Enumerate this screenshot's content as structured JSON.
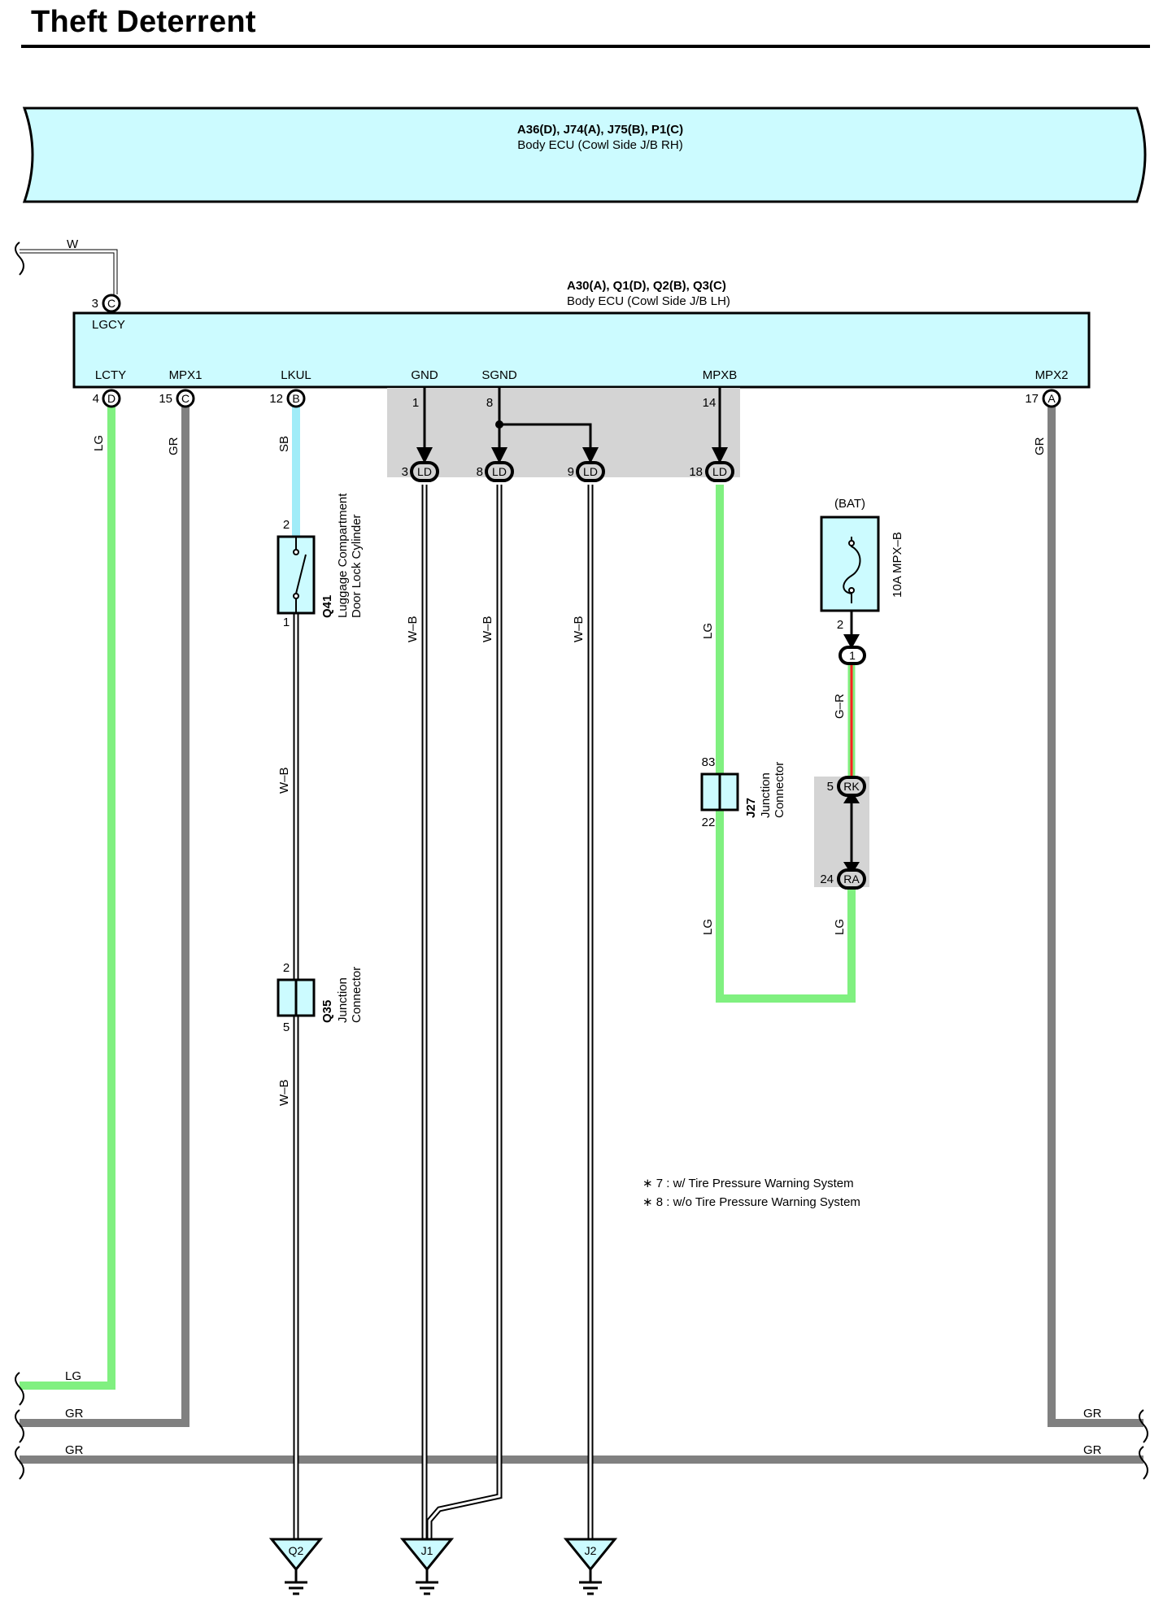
{
  "page": {
    "title": "Theft Deterrent"
  },
  "colors": {
    "ecu_fill": "#ccfbff",
    "wire_lg": "#80f080",
    "wire_gr": "#808080",
    "wire_sb": "#a0ecf8",
    "wire_wb": "#ffffff",
    "wire_red": "#ff2020",
    "shade": "#d4d4d4"
  },
  "ecu_rh": {
    "connectors": "A36(D), J74(A), J75(B), P1(C)",
    "name": "Body ECU (Cowl Side J/B RH)"
  },
  "ecu_lh": {
    "connectors": "A30(A), Q1(D), Q2(B), Q3(C)",
    "name": "Body ECU (Cowl Side J/B LH)"
  },
  "w_wire": {
    "color": "W"
  },
  "top_pin": {
    "num": "3",
    "letter": "C",
    "label": "LGCY"
  },
  "pins": [
    {
      "name": "LCTY",
      "num": "4",
      "letter": "D"
    },
    {
      "name": "MPX1",
      "num": "15",
      "letter": "C"
    },
    {
      "name": "LKUL",
      "num": "12",
      "letter": "B"
    },
    {
      "name": "GND",
      "num": "1"
    },
    {
      "name": "SGND",
      "num": "8"
    },
    {
      "name": "MPXB",
      "num": "14"
    },
    {
      "name": "MPX2",
      "num": "17",
      "letter": "A"
    }
  ],
  "ld_connectors": [
    {
      "num": "3",
      "label": "LD"
    },
    {
      "num": "8",
      "label": "LD"
    },
    {
      "num": "9",
      "label": "LD"
    },
    {
      "num": "18",
      "label": "LD"
    }
  ],
  "wire_colors": {
    "lcty": "LG",
    "mpx1": "GR",
    "lkul": "SB",
    "lkul_after_switch": "W–B",
    "lkul_after_q35": "W–B",
    "gnd": "W–B",
    "sgnd": "W–B",
    "ld9": "W–B",
    "mpxb": "LG",
    "mpx2": "GR",
    "fuse_out": "G–R",
    "ra_out": "LG"
  },
  "q41": {
    "code": "Q41",
    "line1": "Luggage Compartment",
    "line2": "Door Lock Cylinder",
    "pin_top": "2",
    "pin_bottom": "1"
  },
  "q35": {
    "code": "Q35",
    "line1": "Junction",
    "line2": "Connector",
    "pin_top": "2",
    "pin_bottom": "5"
  },
  "j27": {
    "code": "J27",
    "line1": "Junction",
    "line2": "Connector",
    "pin_top": "83",
    "pin_bottom": "22"
  },
  "fuse": {
    "source": "(BAT)",
    "name": "10A MPX–B",
    "pin": "2",
    "conn": "1"
  },
  "rk_conn": {
    "num": "5",
    "label": "RK"
  },
  "ra_conn": {
    "num": "24",
    "label": "RA"
  },
  "notes": [
    "∗ 7 : w/ Tire Pressure Warning System",
    "∗ 8 : w/o Tire Pressure Warning System"
  ],
  "off_page": [
    {
      "side": "left",
      "color": "LG"
    },
    {
      "side": "left",
      "color": "GR"
    },
    {
      "side": "left",
      "color": "GR"
    },
    {
      "side": "right",
      "color": "GR"
    },
    {
      "side": "right",
      "color": "GR"
    }
  ],
  "grounds": [
    {
      "label": "Q2"
    },
    {
      "label": "J1"
    },
    {
      "label": "J2"
    }
  ]
}
